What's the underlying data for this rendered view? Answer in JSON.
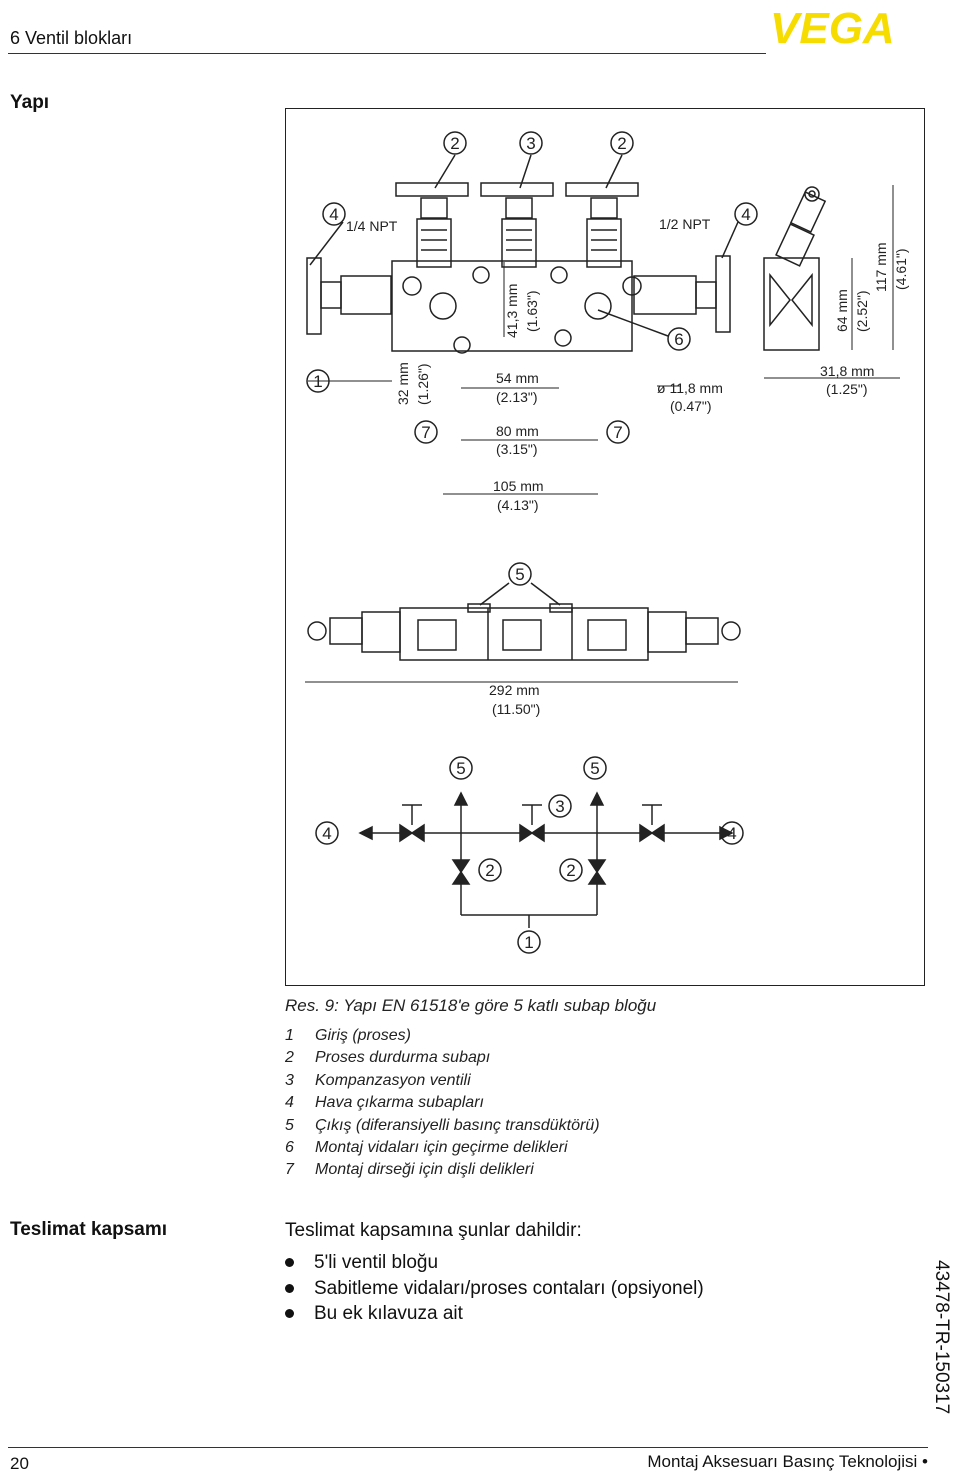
{
  "header": {
    "title": "6 Ventil blokları",
    "logo": "VEGA",
    "logo_color": "#F6DC00"
  },
  "sections": {
    "structure": "Yapı",
    "scope": "Teslimat kapsamı"
  },
  "figure": {
    "callouts": {
      "n1": "1",
      "n2": "2",
      "n3": "3",
      "n4": "4",
      "n5": "5",
      "n6": "6",
      "n7": "7"
    },
    "labels": {
      "npt_left": "1/4 NPT",
      "npt_right": "1/2 NPT"
    },
    "dims": {
      "d41": "41,3 mm",
      "d41i": "(1.63\")",
      "d32": "32 mm",
      "d32i": "(1.26\")",
      "d54": "54 mm",
      "d54i": "(2.13\")",
      "d80": "80 mm",
      "d80i": "(3.15\")",
      "d105": "105 mm",
      "d105i": "(4.13\")",
      "d118": "ø 11,8 mm",
      "d118i": "(0.47\")",
      "d64": "64 mm",
      "d64i": "(2.52\")",
      "d117": "117 mm",
      "d117i": "(4.61\")",
      "d318": "31,8 mm",
      "d318i": "(1.25\")",
      "d292": "292 mm",
      "d292i": "(11.50\")"
    }
  },
  "caption": "Res. 9: Yapı EN 61518'e göre 5 katlı subap bloğu",
  "legend": [
    {
      "num": "1",
      "text": "Giriş (proses)"
    },
    {
      "num": "2",
      "text": "Proses durdurma subapı"
    },
    {
      "num": "3",
      "text": "Kompanzasyon ventili"
    },
    {
      "num": "4",
      "text": "Hava çıkarma subapları"
    },
    {
      "num": "5",
      "text": "Çıkış (diferansiyelli basınç transdüktörü)"
    },
    {
      "num": "6",
      "text": "Montaj vidaları için geçirme delikleri"
    },
    {
      "num": "7",
      "text": "Montaj dirseği için dişli delikleri"
    }
  ],
  "scope": {
    "intro": "Teslimat kapsamına şunlar dahildir:",
    "items": [
      "5'li ventil bloğu",
      "Sabitleme vidaları/proses contaları (opsiyonel)",
      "Bu ek kılavuza ait"
    ]
  },
  "doc_id": "43478-TR-150317",
  "footer": {
    "page": "20",
    "title": "Montaj Aksesuarı Basınç Teknolojisi •"
  }
}
